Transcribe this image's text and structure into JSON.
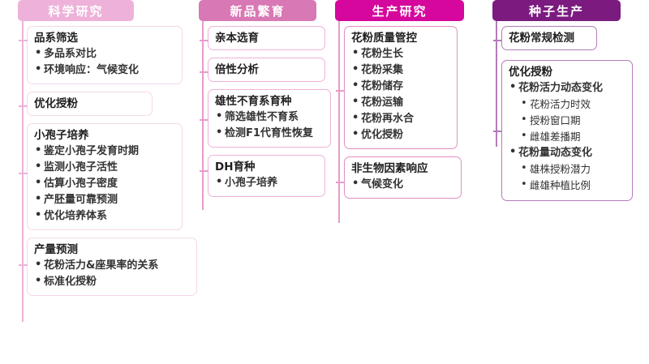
{
  "diagram": {
    "title": "",
    "columns": [
      {
        "id": "col-scientific-research",
        "header": "科学研究",
        "header_color": "#eeb2da",
        "line_color": "#eeb2da",
        "box_border": "#f5d6ea",
        "nodes": [
          {
            "title": "品系筛选",
            "items": [
              {
                "level": 1,
                "text": "多品系对比"
              },
              {
                "level": 1,
                "text": "环境响应：气候变化"
              }
            ]
          },
          {
            "title": "优化授粉",
            "items": []
          },
          {
            "title": "小孢子培养",
            "items": [
              {
                "level": 1,
                "text": "鉴定小孢子发育时期"
              },
              {
                "level": 1,
                "text": "监测小孢子活性"
              },
              {
                "level": 1,
                "text": "估算小孢子密度"
              },
              {
                "level": 1,
                "text": "产胚量可靠预测"
              },
              {
                "level": 1,
                "text": "优化培养体系"
              }
            ]
          },
          {
            "title": "产量预测",
            "items": [
              {
                "level": 1,
                "text": "花粉活力&座果率的关系"
              },
              {
                "level": 1,
                "text": "标准化授粉"
              }
            ]
          }
        ]
      },
      {
        "id": "col-new-variety-breeding",
        "header": "新品繁育",
        "header_color": "#d878b4",
        "line_color": "#e79ccb",
        "box_border": "#eeb2da",
        "nodes": [
          {
            "title": "亲本选育",
            "items": []
          },
          {
            "title": "倍性分析",
            "items": []
          },
          {
            "title": "雄性不育系育种",
            "items": [
              {
                "level": 1,
                "text": "筛选雄性不育系"
              },
              {
                "level": 1,
                "text": "检测F1代育性恢复"
              }
            ]
          },
          {
            "title": "DH育种",
            "items": [
              {
                "level": 1,
                "text": "小孢子培养"
              }
            ]
          }
        ]
      },
      {
        "id": "col-production-research",
        "header": "生产研究",
        "header_color": "#d5079c",
        "line_color": "#e79ccb",
        "box_border": "#e48cc4",
        "nodes": [
          {
            "title": "花粉质量管控",
            "items": [
              {
                "level": 1,
                "text": "花粉生长"
              },
              {
                "level": 1,
                "text": "花粉采集"
              },
              {
                "level": 1,
                "text": "花粉储存"
              },
              {
                "level": 1,
                "text": "花粉运输"
              },
              {
                "level": 1,
                "text": "花粉再水合"
              },
              {
                "level": 1,
                "text": "优化授粉"
              }
            ]
          },
          {
            "title": "非生物因素响应",
            "items": [
              {
                "level": 1,
                "text": "气候变化"
              }
            ]
          }
        ]
      },
      {
        "id": "col-seed-production",
        "header": "种子生产",
        "header_color": "#7b1b7f",
        "line_color": "#b57bbb",
        "box_border": "#b57bbb",
        "nodes": [
          {
            "title": "花粉常规检测",
            "items": []
          },
          {
            "title": "优化授粉",
            "items": [
              {
                "level": 1,
                "text": "花粉活力动态变化"
              },
              {
                "level": 2,
                "text": "花粉活力时效"
              },
              {
                "level": 2,
                "text": "授粉窗口期"
              },
              {
                "level": 2,
                "text": "雌雄差播期"
              },
              {
                "level": 1,
                "text": "花粉量动态变化"
              },
              {
                "level": 2,
                "text": "雄株授粉潜力"
              },
              {
                "level": 2,
                "text": "雌雄种植比例"
              }
            ]
          }
        ]
      }
    ]
  }
}
